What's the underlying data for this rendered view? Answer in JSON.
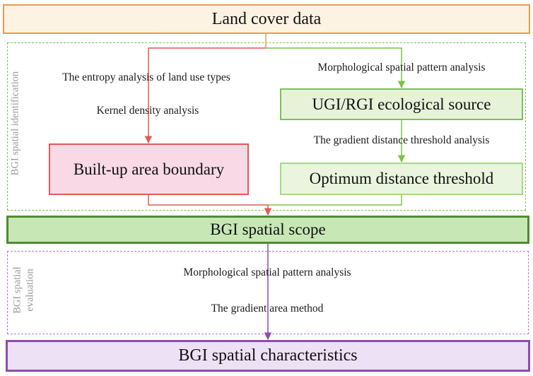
{
  "nodes": {
    "land_cover": "Land cover data",
    "ecological_source": "UGI/RGI ecological source",
    "optimum_threshold": "Optimum distance threshold",
    "built_up": "Built-up area boundary",
    "spatial_scope": "BGI spatial scope",
    "spatial_characteristics": "BGI spatial characteristics"
  },
  "groups": {
    "identification": "BGI spatial identification",
    "evaluation_line1": "BGI spatial",
    "evaluation_line2": "evaluation"
  },
  "edge_labels": {
    "entropy": "The entropy analysis of land use types",
    "kernel": "Kernel density analysis",
    "mspa_top": "Morphological spatial pattern analysis",
    "gradient_distance": "The gradient distance threshold analysis",
    "mspa_bottom": "Morphological spatial pattern analysis",
    "gradient_area": "The gradient area method"
  },
  "colors": {
    "orange": "#ED9B45",
    "orange_fill": "#FDF3E2",
    "green_dashed": "#7FBF5A",
    "green_line": "#8CCB5E",
    "green_fill": "#E6F3D8",
    "green_dark": "#4E8C34",
    "green_scope_fill": "#C7E7B4",
    "red": "#E45A55",
    "pink_fill": "#F8D9E5",
    "purple": "#8E4BAE",
    "purple_dashed": "#B07CC9",
    "purple_fill": "#EDE1F5"
  }
}
